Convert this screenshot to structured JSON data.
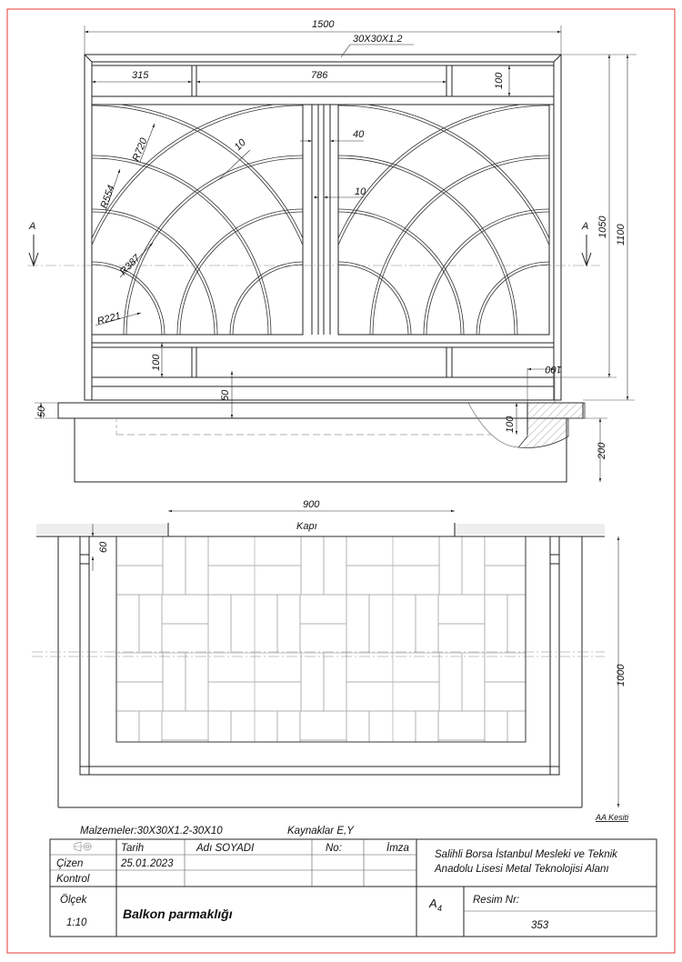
{
  "drawing": {
    "front_view": {
      "dims": {
        "overall_width": "1500",
        "profile": "30X30X1.2",
        "left_cell": "315",
        "middle_cell": "786",
        "rail_height_top": "100",
        "post_width": "40",
        "post_gap": "10",
        "bar_thickness": "10",
        "r720": "R720",
        "r554": "R554",
        "r387": "R387",
        "r221": "R221",
        "rail_height_bottom": "100",
        "gap_50": "50",
        "slab_50": "50",
        "height_1050": "1050",
        "height_1100": "1100",
        "anchor_100_h": "100",
        "anchor_100_v": "100",
        "base_200": "200"
      },
      "section_mark_left": "A",
      "section_mark_right": "A"
    },
    "plan_view": {
      "door_width": "900",
      "door_label": "Kapı",
      "offset_60": "60",
      "depth_1000": "1000",
      "section_label": "AA Kesiti"
    }
  },
  "title_block": {
    "materials": "Malzemeler:30X30X1.2-30X10",
    "welds": "Kaynaklar E,Y",
    "headers": {
      "date": "Tarih",
      "name": "Adı SOYADI",
      "no": "No:",
      "sign": "İmza"
    },
    "rows": {
      "drawn": "Çizen",
      "checked": "Kontrol"
    },
    "date_value": "25.01.2023",
    "school_line1": "Salihli Borsa İstanbul Mesleki ve Teknik",
    "school_line2": "Anadolu Lisesi    Metal Teknolojisi Alanı",
    "scale_label": "Ölçek",
    "scale_value": "1:10",
    "title": "Balkon parmaklığı",
    "paper_size": "A",
    "paper_size_sub": "4",
    "drawing_no_label": "Resim Nr:",
    "drawing_no": "353"
  },
  "colors": {
    "border": "#e53935",
    "line": "#222222"
  }
}
